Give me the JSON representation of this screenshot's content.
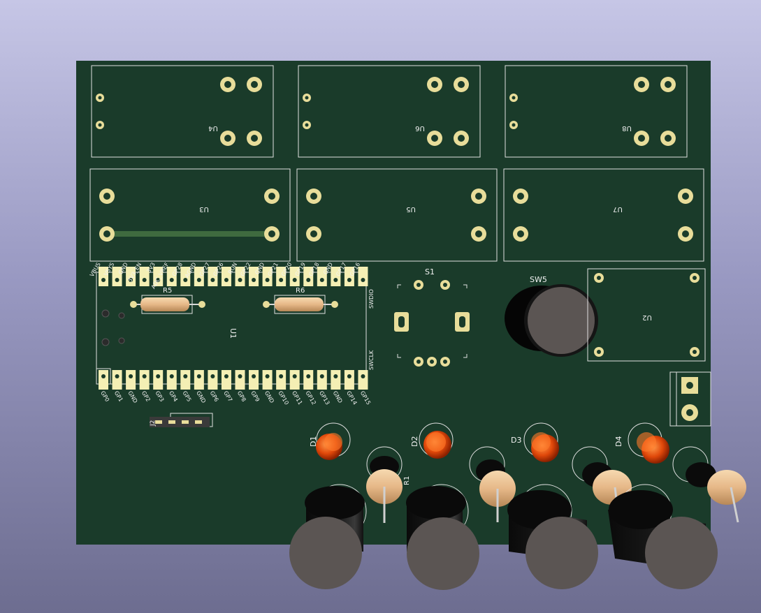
{
  "colors": {
    "board": "#1a3b2a",
    "silkscreen": "#f2f2f2",
    "pad_gold": "#e8dd9a",
    "header_pin": "#f4efb4",
    "led_orange": "#ff6a1a",
    "button_cap": "#5b5553",
    "trace": "#3f6a3f"
  },
  "relays_top": [
    {
      "ref": "U4"
    },
    {
      "ref": "U6"
    },
    {
      "ref": "U8"
    }
  ],
  "relays_mid": [
    {
      "ref": "U3"
    },
    {
      "ref": "U5"
    },
    {
      "ref": "U7"
    }
  ],
  "pico": {
    "ref": "U1",
    "top_pins": [
      "VBUS",
      "VSYS",
      "GND",
      "3V3_EN",
      "3V3",
      "ADC_VREF",
      "GP28",
      "AGND",
      "GP27",
      "GP26",
      "RUN",
      "GP22",
      "GND",
      "GP21",
      "GP20",
      "GP19",
      "GP18",
      "GND",
      "GP17",
      "GP16"
    ],
    "bottom_pins": [
      "GP0",
      "GP1",
      "GND",
      "GP2",
      "GP3",
      "GP4",
      "GP5",
      "GND",
      "GP6",
      "GP7",
      "GP8",
      "GP9",
      "GND",
      "GP10",
      "GP11",
      "GP12",
      "GP13",
      "GND",
      "GP14",
      "GP15"
    ],
    "swdio": "SWDIO",
    "swclk": "SWCLK"
  },
  "resistors": {
    "r5": "R5",
    "r6": "R6",
    "r1": "R1"
  },
  "switch_s1": "S1",
  "switch_sw5": "SW5",
  "module_u2": "U2",
  "header_j": "J2",
  "leds": [
    "D1",
    "D2",
    "D3",
    "D4"
  ]
}
